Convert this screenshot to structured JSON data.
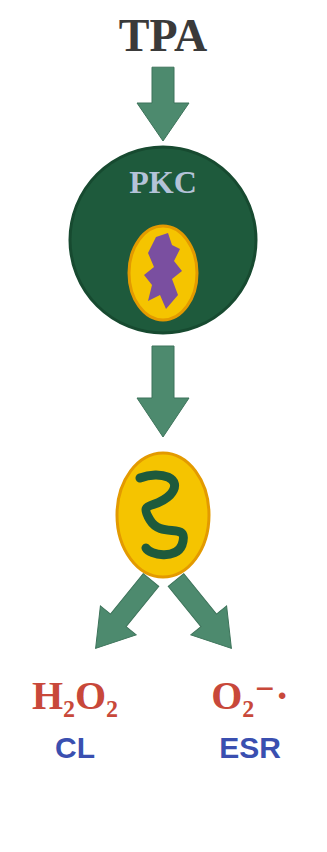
{
  "diagram": {
    "nodes": [
      {
        "text": [
          "TPA"
        ]
      },
      {
        "text": [
          "PKC"
        ]
      },
      {
        "text": [
          "H₂O₂",
          "CL"
        ]
      },
      {
        "text": [
          "O₂⁻·",
          "ESR"
        ]
      }
    ],
    "edges": [
      {
        "from": 0,
        "to": 1,
        "arrow": "to"
      }
    ]
  }
}
